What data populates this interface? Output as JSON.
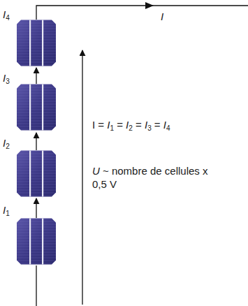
{
  "diagram": {
    "labels": [
      "I4",
      "I3",
      "I2",
      "I1",
      "I",
      "I = I1 = I2 = I3 = I4",
      "U ~ nombre de cellules x 0,5 V"
    ]
  }
}
